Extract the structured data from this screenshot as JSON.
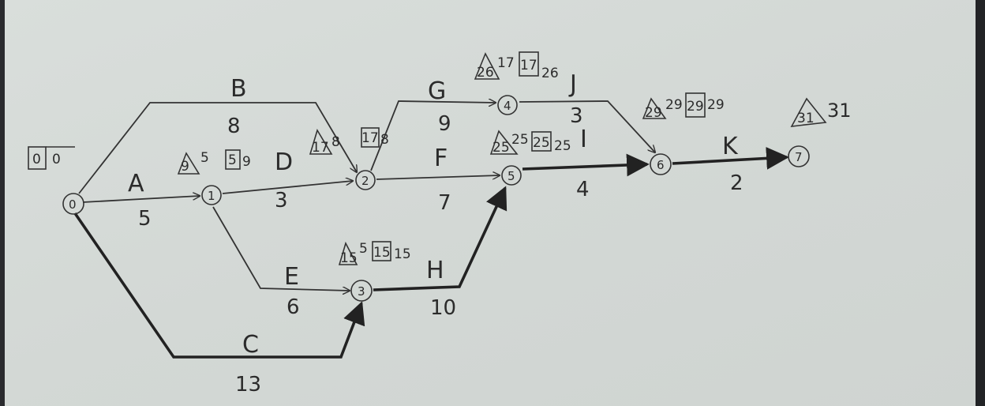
{
  "diagram": {
    "type": "activity-on-arrow network (handwritten)",
    "nodes": [
      {
        "id": "0",
        "label": "0",
        "es_box": "0",
        "ls": "0"
      },
      {
        "id": "1",
        "label": "1",
        "tri": "9",
        "tri_val": "5",
        "box": "5",
        "box_val": "9"
      },
      {
        "id": "2",
        "label": "2",
        "tri": "17",
        "tri_val": "8",
        "box": "17",
        "box_val": "8"
      },
      {
        "id": "3",
        "label": "3",
        "tri": "15",
        "tri_val": "5",
        "box": "15",
        "box_val": "15"
      },
      {
        "id": "4",
        "label": "4",
        "tri": "26",
        "tri_val": "17",
        "box": "17",
        "box_val": "26"
      },
      {
        "id": "5",
        "label": "5",
        "tri": "25",
        "tri_val": "25",
        "box": "25",
        "box_val": "25"
      },
      {
        "id": "6",
        "label": "6",
        "tri": "29",
        "tri_val": "29",
        "box": "29",
        "box_val": "29"
      },
      {
        "id": "7",
        "label": "7",
        "tri": "31",
        "tri_val": "31"
      }
    ],
    "edges": [
      {
        "activity": "A",
        "from": "0",
        "to": "1",
        "duration": "5",
        "critical": false
      },
      {
        "activity": "B",
        "from": "0",
        "to": "2",
        "duration": "8",
        "critical": false
      },
      {
        "activity": "C",
        "from": "0",
        "to": "3",
        "duration": "13",
        "critical": true
      },
      {
        "activity": "D",
        "from": "1",
        "to": "2",
        "duration": "3",
        "critical": false
      },
      {
        "activity": "E",
        "from": "1",
        "to": "3",
        "duration": "6",
        "critical": false
      },
      {
        "activity": "F",
        "from": "2",
        "to": "5",
        "duration": "7",
        "critical": false
      },
      {
        "activity": "G",
        "from": "2",
        "to": "4",
        "duration": "9",
        "critical": false
      },
      {
        "activity": "H",
        "from": "3",
        "to": "5",
        "duration": "10",
        "critical": true
      },
      {
        "activity": "I",
        "from": "5",
        "to": "6",
        "duration": "4",
        "critical": true
      },
      {
        "activity": "J",
        "from": "4",
        "to": "6",
        "duration": "3",
        "critical": false
      },
      {
        "activity": "K",
        "from": "6",
        "to": "7",
        "duration": "2",
        "critical": true
      }
    ]
  }
}
